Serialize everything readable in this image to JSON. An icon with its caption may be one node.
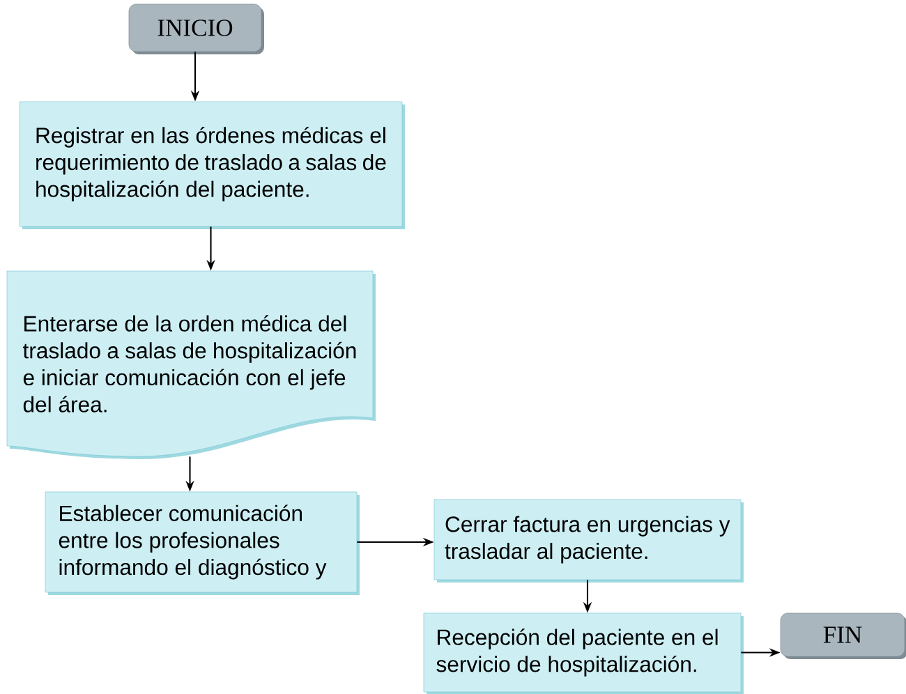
{
  "diagram": {
    "nodes": [
      {
        "text": [
          "INICIO"
        ]
      },
      {
        "text": [
          "Registrar en las órdenes médicas el requerimiento de traslado a salas de hospitalización del paciente."
        ]
      },
      {
        "text": [
          "Enterarse de la orden médica del traslado a salas de hospitalización e iniciar comunicación con el jefe del área."
        ]
      },
      {
        "text": [
          "Establecer comunicación entre los profesionales informando el diagnóstico y"
        ]
      },
      {
        "text": [
          "Cerrar factura en urgencias y trasladar al paciente."
        ]
      },
      {
        "text": [
          "Recepción del paciente en el servicio de hospitalización."
        ]
      },
      {
        "text": [
          "FIN"
        ]
      }
    ],
    "edges": [
      {
        "from": 0,
        "to": 1,
        "arrow": "to"
      },
      {
        "from": 1,
        "to": 2,
        "arrow": "to"
      },
      {
        "from": 2,
        "to": 3,
        "arrow": "to"
      },
      {
        "from": 3,
        "to": 4,
        "arrow": "to"
      },
      {
        "from": 4,
        "to": 5,
        "arrow": "to"
      },
      {
        "from": 5,
        "to": 6,
        "arrow": "to"
      }
    ]
  }
}
